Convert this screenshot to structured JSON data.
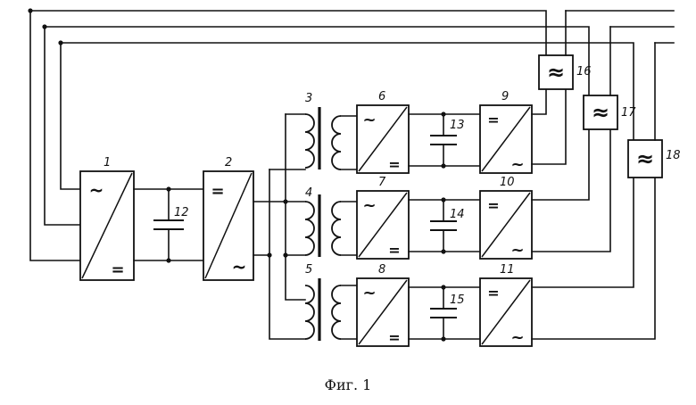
{
  "caption": "Фиг. 1",
  "labels": {
    "n1": "1",
    "n2": "2",
    "n3": "3",
    "n4": "4",
    "n5": "5",
    "n6": "6",
    "n7": "7",
    "n8": "8",
    "n9": "9",
    "n10": "10",
    "n11": "11",
    "n12": "12",
    "n13": "13",
    "n14": "14",
    "n15": "15",
    "n16": "16",
    "n17": "17",
    "n18": "18"
  },
  "symbols": {
    "ac": "~",
    "dc": "=",
    "filter": "≈"
  }
}
